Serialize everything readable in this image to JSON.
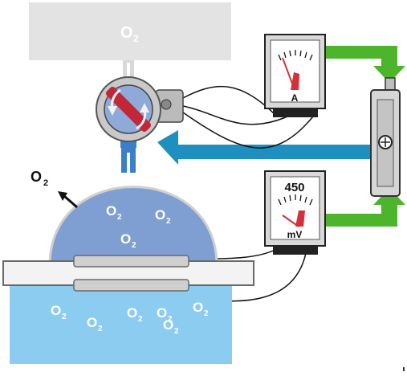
{
  "labels": {
    "reservoir": "O",
    "reservoir_sub": "2",
    "released": "O",
    "released_sub": "2",
    "dome": [
      "O",
      "O",
      "O"
    ],
    "dome_sub": [
      "2",
      "2",
      "2"
    ],
    "water": [
      "O",
      "O",
      "O",
      "O",
      "O",
      "O"
    ],
    "water_sub": [
      "2",
      "2",
      "2",
      "2",
      "2",
      "2"
    ]
  },
  "ammeter": {
    "unit": "A"
  },
  "voltmeter": {
    "reading": "450",
    "unit": "mV"
  },
  "colors": {
    "reservoir": "#e3e3e3",
    "dome": "#7f9fd2",
    "water": "#8cccf0",
    "flow_arrow": "#1e8fbf",
    "signal_arrow": "#4db52c",
    "needle": "#d4303a",
    "meter_body": "#d9d9d9"
  },
  "icons": [
    "valve-rotor-icon",
    "controller-knob-icon",
    "release-arrow-icon"
  ]
}
